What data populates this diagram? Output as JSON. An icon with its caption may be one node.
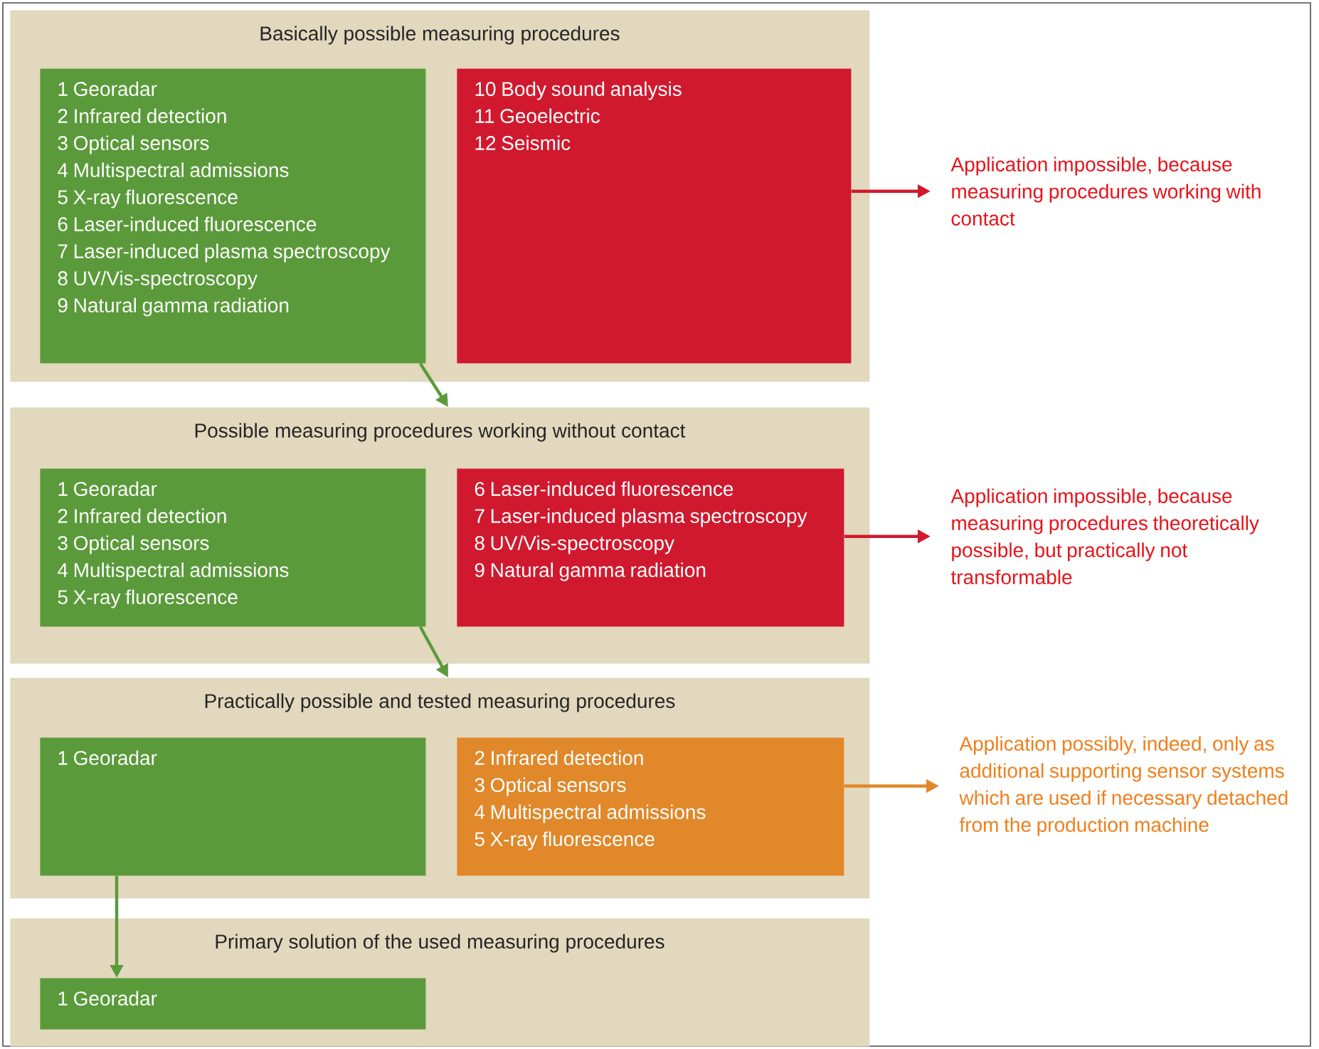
{
  "diagram": {
    "nodes": [
      {
        "text": [
          "Basically possible measuring procedures"
        ]
      },
      {
        "text": [
          "1 Georadar",
          "2 Infrared detection",
          "3 Optical sensors",
          "4 Multispectral admissions",
          "5 X-ray fluorescence",
          "6 Laser-induced fluorescence",
          "7 Laser-induced plasma spectroscopy",
          "8 UV/Vis-spectroscopy",
          "9 Natural gamma radiation"
        ],
        "in": 0
      },
      {
        "text": [
          "10 Body sound analysis",
          "11 Geoelectric",
          "12 Seismic"
        ],
        "in": 0
      },
      {
        "text": [
          "Application impossible, because measuring procedures working with contact"
        ]
      },
      {
        "text": [
          "Possible measuring procedures working without contact"
        ]
      },
      {
        "text": [
          "1 Georadar",
          "2 Infrared detection",
          "3 Optical sensors",
          "4 Multispectral admissions",
          "5 X-ray fluorescence"
        ],
        "in": 4
      },
      {
        "text": [
          "6 Laser-induced fluorescence",
          "7 Laser-induced plasma spectroscopy",
          "8 UV/Vis-spectroscopy",
          "9 Natural gamma radiation"
        ],
        "in": 4
      },
      {
        "text": [
          "Application impossible, because measuring procedures theoretically possible, but practically not transformable"
        ]
      },
      {
        "text": [
          "Practically possible and tested measuring procedures"
        ]
      },
      {
        "text": [
          "1 Georadar"
        ],
        "in": 8
      },
      {
        "text": [
          "2 Infrared detection",
          "3 Optical sensors",
          "4 Multispectral admissions",
          "5 X-ray fluorescence"
        ],
        "in": 8
      },
      {
        "text": [
          "Application possibly, indeed, only as additional supporting sensor systems which are used if necessary detached from the production machine"
        ]
      },
      {
        "text": [
          "Primary solution of the used measuring procedures"
        ]
      },
      {
        "text": [
          "1  Georadar"
        ],
        "in": 12
      }
    ],
    "edges": [
      {
        "from": 2,
        "to": 3,
        "arrow": "to",
        "color": "#d0192e"
      },
      {
        "from": 1,
        "to": 4,
        "arrow": "to",
        "color": "#5a9a3a"
      },
      {
        "from": 6,
        "to": 7,
        "arrow": "to",
        "color": "#d0192e"
      },
      {
        "from": 5,
        "to": 8,
        "arrow": "to",
        "color": "#5a9a3a"
      },
      {
        "from": 10,
        "to": 11,
        "arrow": "to",
        "color": "#e0882a"
      },
      {
        "from": 9,
        "to": 13,
        "arrow": "to",
        "color": "#5a9a3a"
      }
    ]
  }
}
